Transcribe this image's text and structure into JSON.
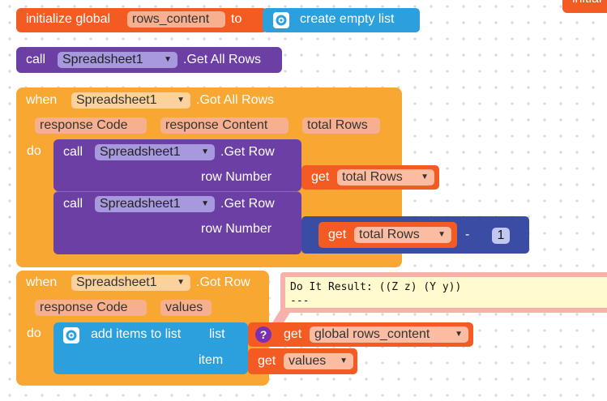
{
  "colors": {
    "variable": "#f35b23",
    "procedure": "#6b3fa4",
    "event": "#f7a732",
    "list": "#2ca0dc",
    "math": "#3a4ca3",
    "comment": "#fffbce"
  },
  "init_global": {
    "label": "initialize global",
    "name": "rows_content",
    "to": "to",
    "value": "create empty list"
  },
  "corner_block": {
    "label": "initial"
  },
  "call_get_all": {
    "call": "call",
    "component": "Spreadsheet1",
    "method": ".Get All Rows"
  },
  "event_got_all": {
    "when": "when",
    "component": "Spreadsheet1",
    "event": ".Got All Rows",
    "params": [
      "response Code",
      "response Content",
      "total Rows"
    ],
    "do": "do",
    "calls": [
      {
        "call": "call",
        "component": "Spreadsheet1",
        "method": ".Get Row",
        "arg_label": "row Number",
        "get": "get",
        "variable": "total Rows"
      },
      {
        "call": "call",
        "component": "Spreadsheet1",
        "method": ".Get Row",
        "arg_label": "row Number",
        "get": "get",
        "variable": "total Rows",
        "operator": "-",
        "number": "1"
      }
    ]
  },
  "event_got_row": {
    "when": "when",
    "component": "Spreadsheet1",
    "event": ".Got Row",
    "params": [
      "response Code",
      "values"
    ],
    "do": "do",
    "add_items": {
      "label": "add items to list",
      "list_label": "list",
      "item_label": "item",
      "warning": "?",
      "list_get": "get",
      "list_var": "global rows_content",
      "item_get": "get",
      "item_var": "values"
    }
  },
  "comment": {
    "line1": "Do It Result: ((Z z) (Y y))",
    "line2": "---"
  }
}
